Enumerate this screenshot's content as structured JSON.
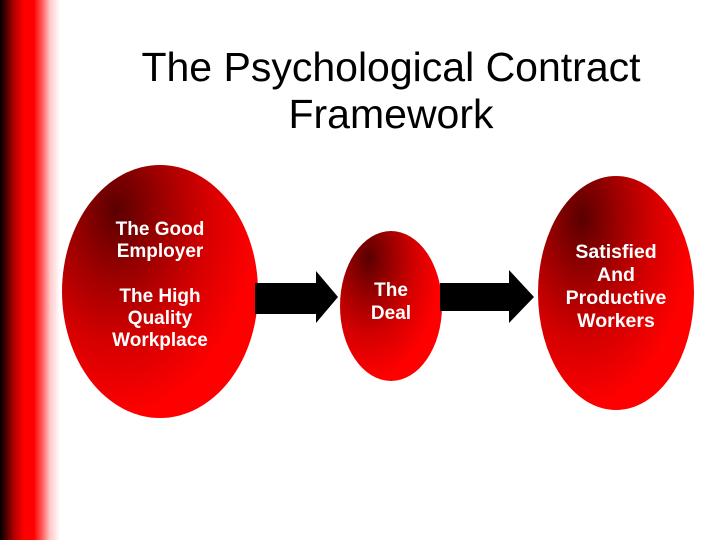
{
  "slide": {
    "title_lines": [
      "The Psychological Contract",
      "Framework"
    ],
    "colors": {
      "accent_red": "#ff0000",
      "dark_red": "#5a0000",
      "arrow": "#000000",
      "text_on_shape": "#ffffff",
      "title_text": "#000000",
      "background": "#ffffff"
    }
  },
  "diagram": {
    "nodes": [
      {
        "id": "good-employer",
        "lines": [
          "The Good",
          "Employer",
          "",
          "The High",
          "Quality",
          "Workplace"
        ]
      },
      {
        "id": "the-deal",
        "lines": [
          "The",
          "Deal"
        ]
      },
      {
        "id": "satisfied-workers",
        "lines": [
          "Satisfied",
          "And",
          "Productive",
          "Workers"
        ]
      }
    ],
    "edges": [
      {
        "from": "good-employer",
        "to": "the-deal",
        "icon": "right-arrow-icon"
      },
      {
        "from": "the-deal",
        "to": "satisfied-workers",
        "icon": "right-arrow-icon"
      }
    ]
  }
}
